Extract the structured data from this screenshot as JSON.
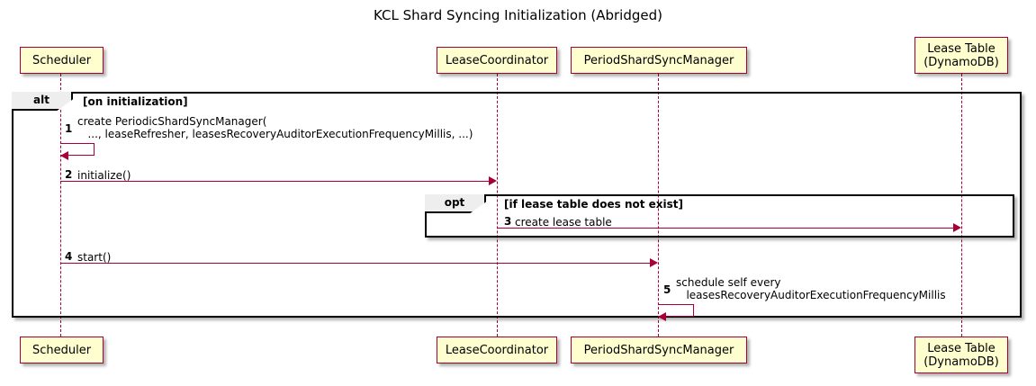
{
  "diagram": {
    "type": "uml-sequence-diagram",
    "title": "KCL Shard Syncing Initialization (Abridged)",
    "participants": [
      {
        "id": "scheduler",
        "label": "Scheduler",
        "lines": [
          "Scheduler"
        ]
      },
      {
        "id": "leasecoordinator",
        "label": "LeaseCoordinator",
        "lines": [
          "LeaseCoordinator"
        ]
      },
      {
        "id": "periodshardsyncmanager",
        "label": "PeriodShardSyncManager",
        "lines": [
          "PeriodShardSyncManager"
        ]
      },
      {
        "id": "leasetable",
        "label": "Lease Table (DynamoDB)",
        "lines": [
          "Lease Table",
          "(DynamoDB)"
        ]
      }
    ],
    "fragments": [
      {
        "id": "alt-fragment",
        "operator": "alt",
        "guard": "[on initialization]"
      },
      {
        "id": "opt-fragment",
        "operator": "opt",
        "guard": "[if lease table does not exist]"
      }
    ],
    "messages": [
      {
        "number": "1",
        "from": "scheduler",
        "to": "scheduler",
        "self": true,
        "lines": [
          "create PeriodicShardSyncManager(",
          "   ..., leaseRefresher, leasesRecoveryAuditorExecutionFrequencyMillis, ...)"
        ]
      },
      {
        "number": "2",
        "from": "scheduler",
        "to": "leasecoordinator",
        "self": false,
        "lines": [
          "initialize()"
        ]
      },
      {
        "number": "3",
        "from": "leasecoordinator",
        "to": "leasetable",
        "self": false,
        "lines": [
          "create lease table"
        ]
      },
      {
        "number": "4",
        "from": "scheduler",
        "to": "periodshardsyncmanager",
        "self": false,
        "lines": [
          "start()"
        ]
      },
      {
        "number": "5",
        "from": "periodshardsyncmanager",
        "to": "periodshardsyncmanager",
        "self": true,
        "lines": [
          "schedule self every",
          "   leasesRecoveryAuditorExecutionFrequencyMillis"
        ]
      }
    ],
    "colors": {
      "participant_fill": "#FEFECE",
      "participant_border": "#A80036",
      "arrow": "#A80036",
      "fragment_border": "#000000",
      "fragment_label_fill": "#EEEEEE",
      "background": "#FFFFFF",
      "text": "#000000"
    }
  }
}
